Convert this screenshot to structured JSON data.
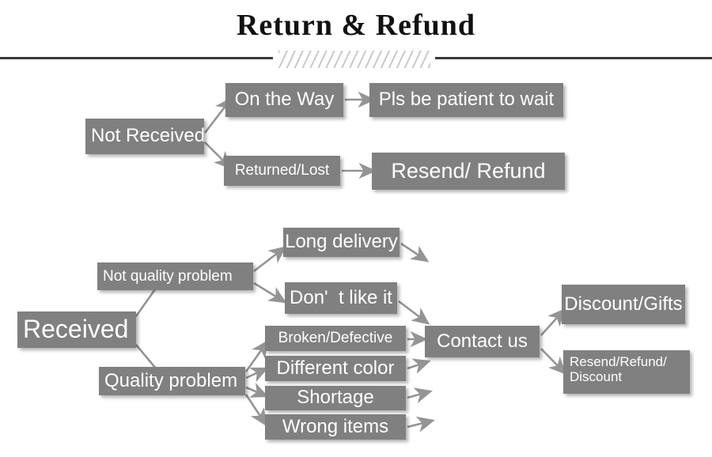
{
  "header": {
    "title": "Return & Refund",
    "divider_icon": "hatched-divider"
  },
  "diagram": {
    "type": "flowchart",
    "node_fill": "#808080",
    "node_text_color": "#ffffff",
    "arrow_color": "#8c8c8c",
    "nodes": {
      "not_received": "Not Received",
      "on_the_way": "On the Way",
      "returned_lost": "Returned/Lost",
      "pls_be_patient": "Pls be patient to wait",
      "resend_refund": "Resend/ Refund",
      "received": "Received",
      "not_quality_problem": "Not quality problem",
      "quality_problem": "Quality problem",
      "long_delivery": "Long delivery",
      "dont_like_it": "Don'  t like it",
      "broken_defective": "Broken/Defective",
      "different_color": "Different color",
      "shortage": "Shortage",
      "wrong_items": "Wrong items",
      "contact_us": "Contact us",
      "discount_gifts": "Discount/Gifts",
      "resend_refund_discount": "Resend/Refund/\nDiscount"
    },
    "edges": [
      {
        "from": "not_received",
        "to": "on_the_way",
        "arrow": true
      },
      {
        "from": "not_received",
        "to": "returned_lost",
        "arrow": true
      },
      {
        "from": "on_the_way",
        "to": "pls_be_patient",
        "arrow": true
      },
      {
        "from": "returned_lost",
        "to": "resend_refund",
        "arrow": true
      },
      {
        "from": "received",
        "to": "not_quality_problem",
        "arrow": false
      },
      {
        "from": "received",
        "to": "quality_problem",
        "arrow": false
      },
      {
        "from": "not_quality_problem",
        "to": "long_delivery",
        "arrow": true
      },
      {
        "from": "not_quality_problem",
        "to": "dont_like_it",
        "arrow": true
      },
      {
        "from": "quality_problem",
        "to": "broken_defective",
        "arrow": true
      },
      {
        "from": "quality_problem",
        "to": "different_color",
        "arrow": true
      },
      {
        "from": "quality_problem",
        "to": "shortage",
        "arrow": true
      },
      {
        "from": "quality_problem",
        "to": "wrong_items",
        "arrow": true
      },
      {
        "from": "long_delivery",
        "to": "contact_us",
        "arrow": true
      },
      {
        "from": "dont_like_it",
        "to": "contact_us",
        "arrow": true
      },
      {
        "from": "broken_defective",
        "to": "contact_us",
        "arrow": true
      },
      {
        "from": "different_color",
        "to": "contact_us",
        "arrow": true
      },
      {
        "from": "shortage",
        "to": "contact_us",
        "arrow": true
      },
      {
        "from": "wrong_items",
        "to": "contact_us",
        "arrow": true
      },
      {
        "from": "contact_us",
        "to": "discount_gifts",
        "arrow": true
      },
      {
        "from": "contact_us",
        "to": "resend_refund_discount",
        "arrow": true
      }
    ]
  }
}
